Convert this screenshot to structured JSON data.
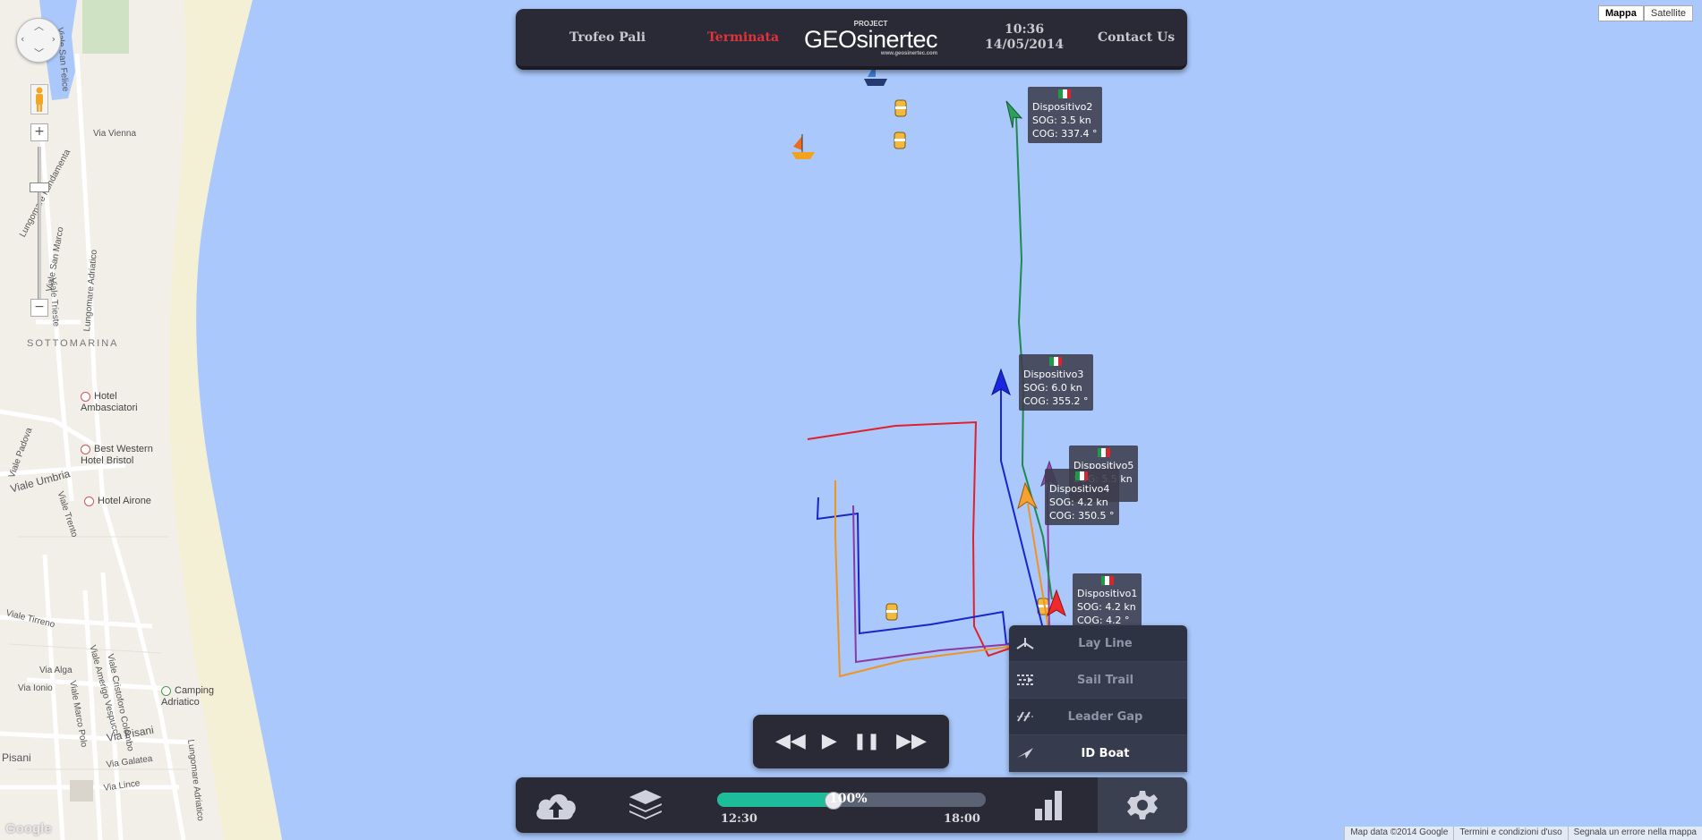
{
  "header": {
    "event_name": "Trofeo Pali",
    "status": "Terminata",
    "logo_small": "PROJECT",
    "logo_main": "GEOsinertec",
    "logo_url": "www.geosinertec.com",
    "time": "10:36",
    "date": "14/05/2014",
    "contact": "Contact Us"
  },
  "map_type": {
    "map": "Mappa",
    "satellite": "Satellite"
  },
  "map_labels": {
    "streets": [
      "Viale San Felice",
      "Via Vienna",
      "Lungomare Fondamenta",
      "Viale San Marco",
      "Lungomare Adriatico",
      "Viale Trieste",
      "Viale Padova",
      "Viale Umbria",
      "Viale Trento",
      "Viale Tirreno",
      "Via Alga",
      "Via Ionio",
      "Viale Amerigo Vespucci",
      "Viale Cristoforo Colombo",
      "Viale Marco Polo",
      "Via Pisani",
      "Via Galatea",
      "Via Lince",
      "Pisani",
      "Lungomare Adriatico"
    ],
    "district": "SOTTOMARINA",
    "places": [
      "Hotel Ambasciatori",
      "Best Western Hotel Bristol",
      "Hotel Airone",
      "Camping Adriatico"
    ]
  },
  "boats": [
    {
      "name": "Dispositivo2",
      "sog": "SOG: 3.5 kn",
      "cog": "COG: 337.4 °",
      "color": "#2e8a4e"
    },
    {
      "name": "Dispositivo3",
      "sog": "SOG: 6.0 kn",
      "cog": "COG: 355.2 °",
      "color": "#1a25c9"
    },
    {
      "name": "Dispositivo5",
      "sog": "SOG: 5.5 kn",
      "cog": "°",
      "color": "#6a2e78"
    },
    {
      "name": "Dispositivo4",
      "sog": "SOG: 4.2 kn",
      "cog": "COG: 350.5 °",
      "color": "#f0941e"
    },
    {
      "name": "Dispositivo1",
      "sog": "SOG: 4.2 kn",
      "cog": "COG: 4.2 °",
      "color": "#e0202a"
    }
  ],
  "options_menu": {
    "items": [
      {
        "label": "Lay Line",
        "icon": "lay-line-icon"
      },
      {
        "label": "Sail Trail",
        "icon": "sail-trail-icon"
      },
      {
        "label": "Leader Gap",
        "icon": "leader-gap-icon"
      },
      {
        "label": "ID Boat",
        "icon": "id-boat-icon"
      }
    ]
  },
  "playback": {
    "rewind": "◀◀",
    "play": "▶",
    "pause": "❚❚",
    "forward": "▶▶"
  },
  "progress": {
    "percent_text": "100%",
    "fraction": 0.43,
    "start": "12:30",
    "end": "18:00",
    "accent": "#1dbd9c"
  },
  "attribution": {
    "data": "Map data ©2014 Google",
    "terms": "Termini e condizioni d'uso",
    "report": "Segnala un errore nella mappa",
    "google": "Google"
  },
  "colors": {
    "sea": "#aac8fb",
    "land": "#f2efe9",
    "beach": "#f4f0d6",
    "panel": "#2a2a37",
    "status": "#e0333a"
  }
}
